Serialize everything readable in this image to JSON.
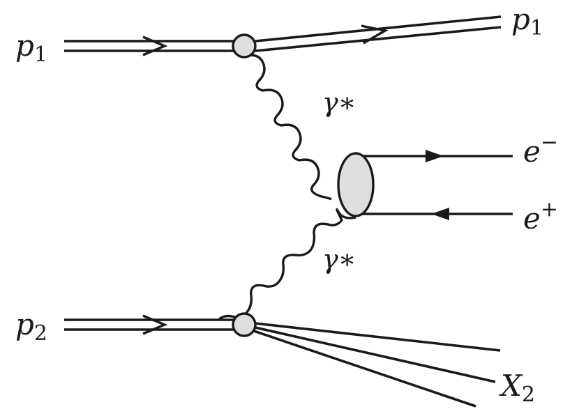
{
  "labels": {
    "p1_in": {
      "main": "p",
      "sub": "1"
    },
    "p1_out": {
      "main": "p",
      "sub": "1"
    },
    "p2_in": {
      "main": "p",
      "sub": "2"
    },
    "x2": {
      "main": "X",
      "sub": "2"
    },
    "gamma_top": "γ∗",
    "gamma_bottom": "γ∗",
    "e_minus": {
      "main": "e",
      "sup": "−"
    },
    "e_plus": {
      "main": "e",
      "sup": "+"
    }
  },
  "colors": {
    "line": "#1a1a1a",
    "vertex_fill": "#dedede",
    "background": "#ffffff"
  }
}
